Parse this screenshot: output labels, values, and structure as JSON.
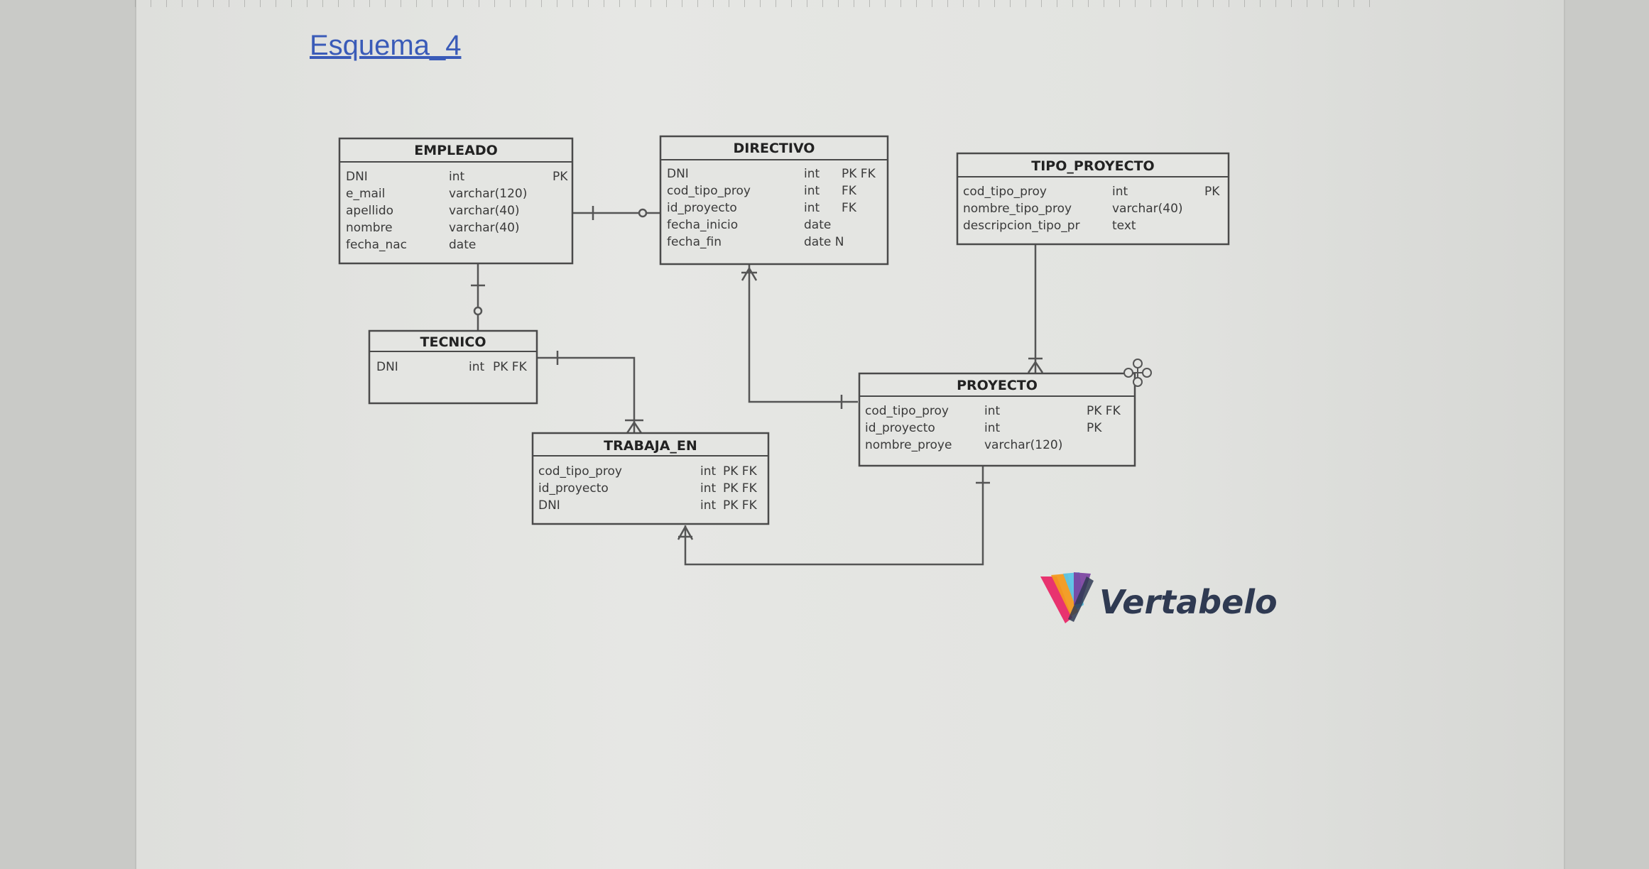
{
  "document": {
    "title_link": "Esquema_4"
  },
  "diagram": {
    "entities": {
      "empleado": {
        "name": "EMPLEADO",
        "columns": [
          {
            "name": "DNI",
            "type": "int",
            "key": "PK"
          },
          {
            "name": "e_mail",
            "type": "varchar(120)",
            "key": ""
          },
          {
            "name": "apellido",
            "type": "varchar(40)",
            "key": ""
          },
          {
            "name": "nombre",
            "type": "varchar(40)",
            "key": ""
          },
          {
            "name": "fecha_nac",
            "type": "date",
            "key": ""
          }
        ]
      },
      "directivo": {
        "name": "DIRECTIVO",
        "columns": [
          {
            "name": "DNI",
            "type": "int",
            "key": "PK FK"
          },
          {
            "name": "cod_tipo_proy",
            "type": "int",
            "key": "FK"
          },
          {
            "name": "id_proyecto",
            "type": "int",
            "key": "FK"
          },
          {
            "name": "fecha_inicio",
            "type": "date",
            "key": ""
          },
          {
            "name": "fecha_fin",
            "type": "date N",
            "key": ""
          }
        ]
      },
      "tipo_proyecto": {
        "name": "TIPO_PROYECTO",
        "columns": [
          {
            "name": "cod_tipo_proy",
            "type": "int",
            "key": "PK"
          },
          {
            "name": "nombre_tipo_proy",
            "type": "varchar(40)",
            "key": ""
          },
          {
            "name": "descripcion_tipo_pr",
            "type": "text",
            "key": ""
          }
        ]
      },
      "tecnico": {
        "name": "TECNICO",
        "columns": [
          {
            "name": "DNI",
            "type": "int",
            "key": "PK FK"
          }
        ]
      },
      "proyecto": {
        "name": "PROYECTO",
        "columns": [
          {
            "name": "cod_tipo_proy",
            "type": "int",
            "key": "PK FK"
          },
          {
            "name": "id_proyecto",
            "type": "int",
            "key": "PK"
          },
          {
            "name": "nombre_proye",
            "type": "varchar(120)",
            "key": ""
          }
        ]
      },
      "trabaja_en": {
        "name": "TRABAJA_EN",
        "columns": [
          {
            "name": "cod_tipo_proy",
            "type": "int",
            "key": "PK FK"
          },
          {
            "name": "id_proyecto",
            "type": "int",
            "key": "PK FK"
          },
          {
            "name": "DNI",
            "type": "int",
            "key": "PK FK"
          }
        ]
      }
    }
  },
  "brand": {
    "name": "Vertabelo",
    "colors": [
      "#e8336f",
      "#f39a1f",
      "#5bc4e6",
      "#7a3fa0",
      "#2f3a52"
    ]
  },
  "colors": {
    "link": "#3a5bb8",
    "entity_border": "#4a4a4a",
    "connector": "#555555"
  }
}
